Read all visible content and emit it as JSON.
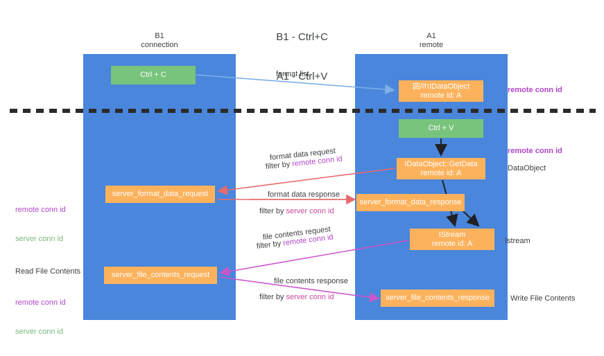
{
  "title": {
    "line1": "B1 - Ctrl+C",
    "line2": "A1 - Ctrl+V"
  },
  "lanes": [
    {
      "id": "b1",
      "name": "B1",
      "role": "connection",
      "header": "B1\nconnection",
      "color": "#4a86dc"
    },
    {
      "id": "a1",
      "name": "A1",
      "role": "remote",
      "header": "A1\nremote",
      "color": "#4a86dc"
    }
  ],
  "colors": {
    "lane_blue": "#4a86dc",
    "node_green": "#78c47c",
    "node_orange": "#fcb25c",
    "remote_conn_id": "#b046c7",
    "server_conn_id": "#7ab87e",
    "server_conn_id_alt": "#c9499c",
    "arrow_blue": "#7cb0e8",
    "arrow_red": "#e86b6b",
    "arrow_purple": "#cc55cc",
    "arrow_black": "#202124",
    "divider": "#2b2b2b",
    "text": "#3c4043"
  },
  "nodes": [
    {
      "key": "ctrl_c",
      "label": "Ctrl + C",
      "sublabel": "",
      "style": "green",
      "lane": "b1"
    },
    {
      "key": "idataobject",
      "label": "囟/त।IDataObject",
      "sublabel": "remote id: A",
      "style": "orange",
      "lane": "a1"
    },
    {
      "key": "ctrl_v",
      "label": "Ctrl + V",
      "sublabel": "",
      "style": "green",
      "lane": "a1"
    },
    {
      "key": "getdata",
      "label": "IDataObject::GetData",
      "sublabel": "remote id: A",
      "style": "orange",
      "lane": "a1"
    },
    {
      "key": "sfd_request",
      "label": "server_format_data_request",
      "sublabel": "",
      "style": "orange",
      "lane": "b1"
    },
    {
      "key": "sfd_response",
      "label": "server_format_data_response",
      "sublabel": "",
      "style": "orange",
      "lane": "a1"
    },
    {
      "key": "istream",
      "label": "IStream",
      "sublabel": "remote id: A",
      "style": "orange",
      "lane": "a1"
    },
    {
      "key": "sfc_request",
      "label": "server_file_contents_request",
      "sublabel": "",
      "style": "orange",
      "lane": "b1"
    },
    {
      "key": "sfc_response",
      "label": "server_file_contents_response",
      "sublabel": "",
      "style": "orange",
      "lane": "a1"
    }
  ],
  "edge_labels": {
    "format_list": "format list",
    "format_data_request": "format data request",
    "format_data_request_filter_prefix": "filter by ",
    "format_data_request_filter_value": "remote conn id",
    "format_data_response": "format data response",
    "format_data_response_filter_prefix": "filter by ",
    "format_data_response_filter_value": "server conn id",
    "file_contents_request": "file contents request",
    "file_contents_request_filter_prefix": "filter by ",
    "file_contents_request_filter_value": "remote conn id",
    "file_contents_response": "file contents response",
    "file_contents_response_filter_prefix": "filter by ",
    "file_contents_response_filter_value": "server conn id"
  },
  "left_annotations": {
    "ids_remote": "remote conn id",
    "ids_server": "server conn id",
    "read_file_contents": "Read File Contents",
    "ids_remote_2": "remote conn id",
    "ids_server_2": "server conn id"
  },
  "right_annotations": {
    "remote_conn_id_top": "remote conn id",
    "remote_conn_id_mid": "remote conn id",
    "data_object": "DataObject",
    "istream": "Istream",
    "write_file_contents": "Write File Contents"
  }
}
